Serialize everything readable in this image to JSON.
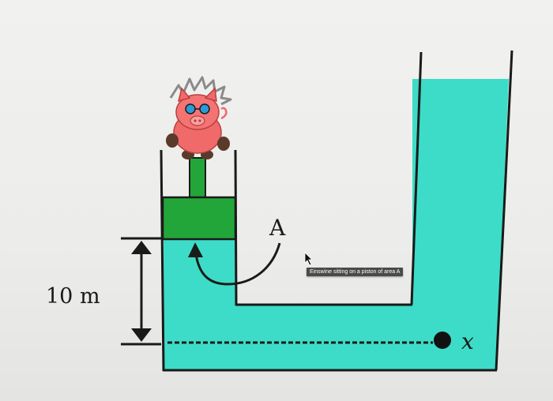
{
  "labels": {
    "height": "10 m",
    "piston_area": "A",
    "point": "x",
    "tooltip": "Einswine sitting on a piston of area A"
  },
  "colors": {
    "fluid": "#3ddcc8",
    "piston": "#22a63a",
    "walls": "#1a1a1a",
    "pig_body": "#f06a6a",
    "pig_glasses": "#2a9ad8"
  },
  "icons": {
    "character": "pig-icon",
    "cursor": "mouse-pointer-icon"
  }
}
